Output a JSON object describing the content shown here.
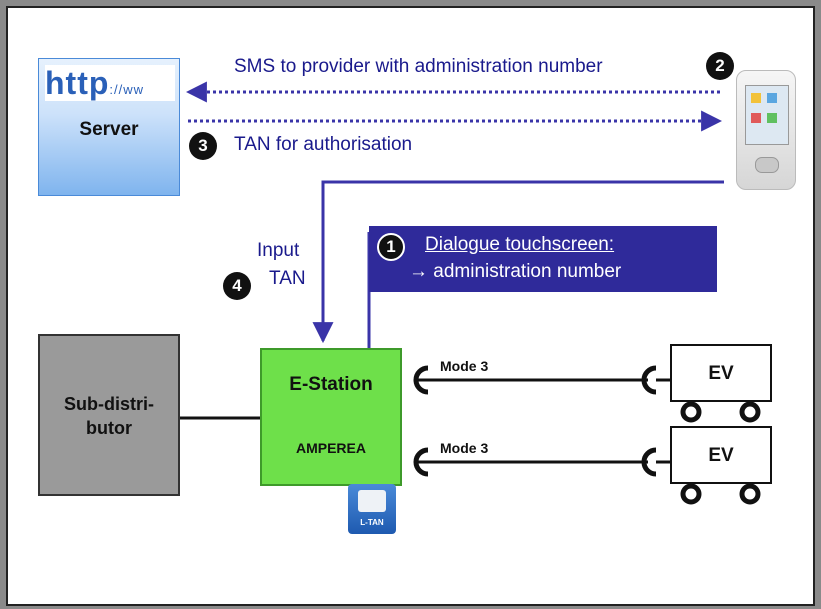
{
  "server": {
    "url_text": "http",
    "url_suffix": "://ww",
    "label": "Server"
  },
  "messages": {
    "sms": "SMS to provider with administration number",
    "tan_auth": "TAN for authorisation",
    "input_tan_line1": "Input",
    "input_tan_line2": "TAN",
    "dialogue_title": "Dialogue touchscreen:",
    "dialogue_sub": "→ administration number"
  },
  "badges": {
    "one": "1",
    "two": "2",
    "three": "3",
    "four": "4"
  },
  "subdistributor": {
    "line1": "Sub-distri-",
    "line2": "butor"
  },
  "estation": {
    "title": "E-Station",
    "subtitle": "AMPEREA"
  },
  "connections": [
    {
      "mode": "Mode 3",
      "vehicle": "EV"
    },
    {
      "mode": "Mode 3",
      "vehicle": "EV"
    }
  ],
  "terminal_label": "L-TAN",
  "colors": {
    "arrow": "#3a34a8",
    "dialogue_box": "#2f2a9a",
    "estation": "#6ee04a",
    "subdistributor": "#9a9a9a",
    "server_gradient_top": "#cfe4fb",
    "server_gradient_bottom": "#5a9ee6"
  }
}
